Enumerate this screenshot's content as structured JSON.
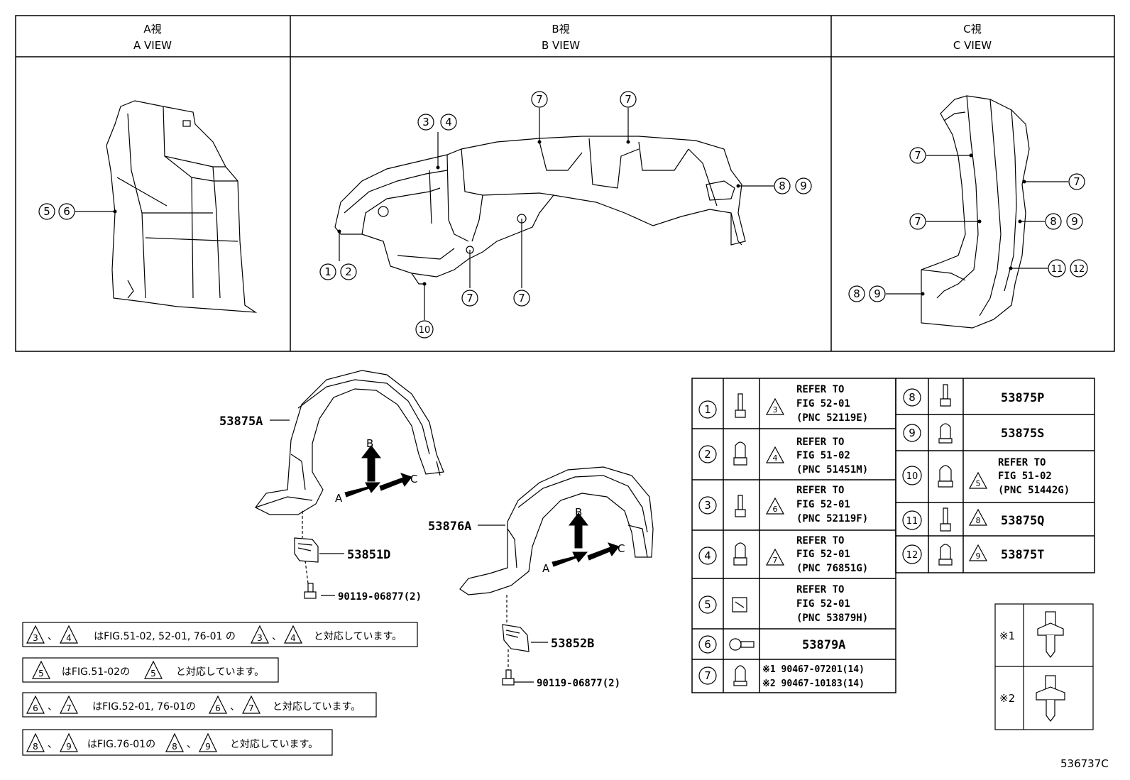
{
  "views": [
    {
      "jp": "A視",
      "en": "A VIEW"
    },
    {
      "jp": "B視",
      "en": "B VIEW"
    },
    {
      "jp": "C視",
      "en": "C VIEW"
    }
  ],
  "callouts": {
    "a_56": [
      "5",
      "6"
    ],
    "b_34": [
      "3",
      "4"
    ],
    "b_7a": "7",
    "b_7b": "7",
    "b_89": [
      "8",
      "9"
    ],
    "b_12": [
      "1",
      "2"
    ],
    "b_7c": "7",
    "b_7d": "7",
    "b_10": "10",
    "c_7a": "7",
    "c_7b": "7",
    "c_7c": "7",
    "c_89a": [
      "8",
      "9"
    ],
    "c_1112": [
      "11",
      "12"
    ],
    "c_89b": [
      "8",
      "9"
    ]
  },
  "diagram_labels": {
    "part_53875A": "53875A",
    "part_53876A": "53876A",
    "part_53851D": "53851D",
    "part_53852B": "53852B",
    "bolt_1": "90119-06877(2)",
    "bolt_2": "90119-06877(2)",
    "arrow_b1": "B",
    "arrow_a1": "A",
    "arrow_c1": "C",
    "arrow_b2": "B",
    "arrow_a2": "A",
    "arrow_c2": "C"
  },
  "parts_table_left": [
    {
      "num": "1",
      "tri": "3",
      "lines": [
        "REFER TO",
        "FIG 52-01",
        "(PNC 52119E)"
      ]
    },
    {
      "num": "2",
      "tri": "4",
      "lines": [
        "REFER TO",
        "FIG 51-02",
        "(PNC 51451M)"
      ]
    },
    {
      "num": "3",
      "tri": "6",
      "lines": [
        "REFER TO",
        "FIG 52-01",
        "(PNC 52119F)"
      ]
    },
    {
      "num": "4",
      "tri": "7",
      "lines": [
        "REFER TO",
        "FIG 52-01",
        "(PNC 76851G)"
      ]
    },
    {
      "num": "5",
      "tri": "",
      "lines": [
        "REFER TO",
        "FIG 52-01",
        "(PNC 53879H)"
      ]
    },
    {
      "num": "6",
      "tri": "",
      "lines": [
        "53879A"
      ]
    },
    {
      "num": "7",
      "tri": "",
      "lines": [
        "※1  90467-07201(14)",
        "※2  90467-10183(14)"
      ]
    }
  ],
  "parts_table_right": [
    {
      "num": "8",
      "tri": "",
      "lines": [
        "53875P"
      ]
    },
    {
      "num": "9",
      "tri": "",
      "lines": [
        "53875S"
      ]
    },
    {
      "num": "10",
      "tri": "5",
      "lines": [
        "REFER TO",
        "FIG 51-02",
        "(PNC 51442G)"
      ]
    },
    {
      "num": "11",
      "tri": "8",
      "lines": [
        "53875Q"
      ]
    },
    {
      "num": "12",
      "tri": "9",
      "lines": [
        "53875T"
      ]
    }
  ],
  "legend": {
    "k1": "※1",
    "k2": "※2"
  },
  "notes": [
    {
      "tri": [
        "3",
        "4",
        "3",
        "4"
      ],
      "sep": "、",
      "text1": "はFIG.51-02, 52-01, 76-01 の",
      "text2": "と対応しています。"
    },
    {
      "tri": [
        "5",
        "5"
      ],
      "text1": "はFIG.51-02の",
      "text2": "と対応しています。"
    },
    {
      "tri": [
        "6",
        "7",
        "6",
        "7"
      ],
      "sep": "、",
      "text1": "はFIG.52-01, 76-01の",
      "text2": "と対応しています。"
    },
    {
      "tri": [
        "8",
        "9",
        "8",
        "9"
      ],
      "sep": "、",
      "text1": "はFIG.76-01の",
      "text2": "と対応しています。"
    }
  ],
  "figure_code": "536737C"
}
